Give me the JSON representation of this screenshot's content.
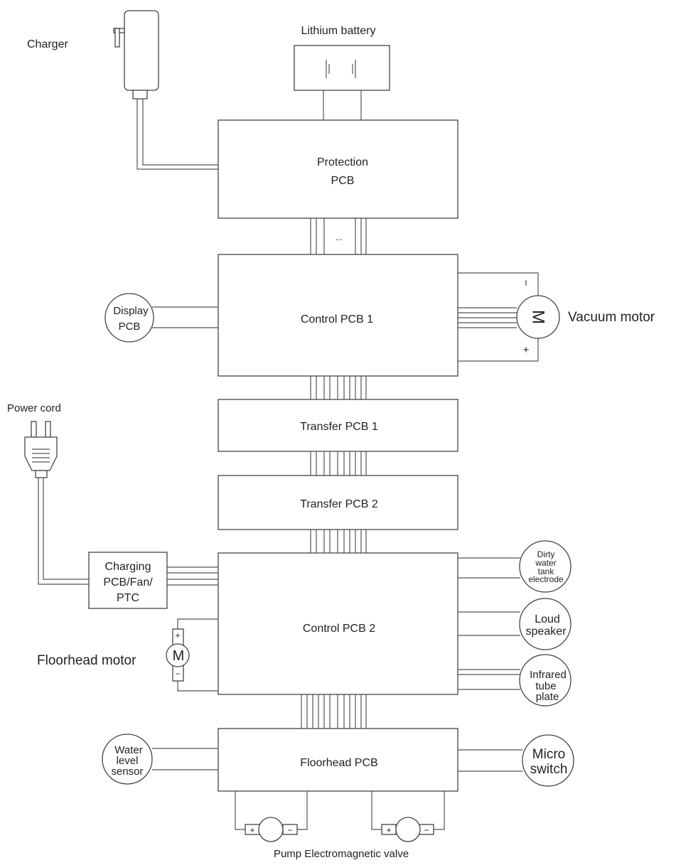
{
  "labels": {
    "charger": "Charger",
    "lithium_battery": "Lithium battery",
    "protection_pcb_line1": "Protection",
    "protection_pcb_line2": "PCB",
    "ellipsis": "...",
    "control_pcb_1": "Control PCB 1",
    "display_pcb_line1": "Display",
    "display_pcb_line2": "PCB",
    "vacuum_motor": "Vacuum motor",
    "motor_symbol": "M",
    "minus": "−",
    "plus": "+",
    "power_cord": "Power cord",
    "transfer_pcb_1": "Transfer PCB 1",
    "transfer_pcb_2": "Transfer PCB 2",
    "charging_line1": "Charging",
    "charging_line2": "PCB/Fan/",
    "charging_line3": "PTC",
    "control_pcb_2": "Control PCB 2",
    "floorhead_motor": "Floorhead motor",
    "dirty_line1": "Dirty",
    "dirty_line2": "water",
    "dirty_line3": "tank",
    "dirty_line4": "electrode",
    "loud_line1": "Loud",
    "loud_line2": "speaker",
    "ir_line1": "Infrared",
    "ir_line2": "tube",
    "ir_line3": "plate",
    "floorhead_pcb": "Floorhead PCB",
    "water_line1": "Water",
    "water_line2": "level",
    "water_line3": "sensor",
    "micro_line1": "Micro",
    "micro_line2": "switch",
    "pump_valve": "Pump Electromagnetic valve"
  }
}
